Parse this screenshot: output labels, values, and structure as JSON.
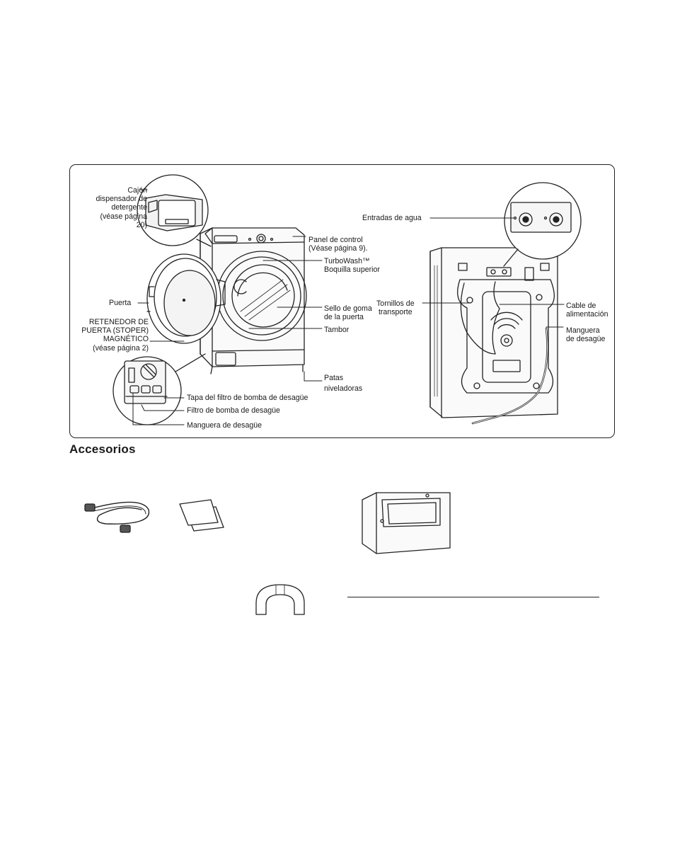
{
  "diagram": {
    "labels": {
      "detergent_drawer": [
        "Cajón",
        "dispensador de",
        "detergente",
        "(véase página",
        "20)"
      ],
      "control_panel": [
        "Panel de control",
        "(Véase página 9)."
      ],
      "turbowash": [
        "TurboWash™",
        "Boquilla superior"
      ],
      "door": "Puerta",
      "door_seal": [
        "Sello de goma",
        "de la puerta"
      ],
      "drum": "Tambor",
      "magnetic_stopper": [
        "RETENEDOR DE",
        "PUERTA (STOPER)",
        "MAGNÉTICO",
        "(véase página 2)"
      ],
      "leveling_feet": [
        "Patas",
        "niveladoras"
      ],
      "pump_filter_cap": "Tapa del filtro de bomba de desagüe",
      "pump_filter": "Filtro de bomba de desagüe",
      "drain_hose_front": "Manguera de desagüe",
      "water_inlets": "Entradas de agua",
      "shipping_bolts": [
        "Tornillos de",
        "transporte"
      ],
      "power_cord": [
        "Cable de",
        "alimentación"
      ],
      "drain_hose_back": [
        "Manguera",
        "de desagüe"
      ]
    }
  },
  "accessories": {
    "title": "Accesorios"
  }
}
